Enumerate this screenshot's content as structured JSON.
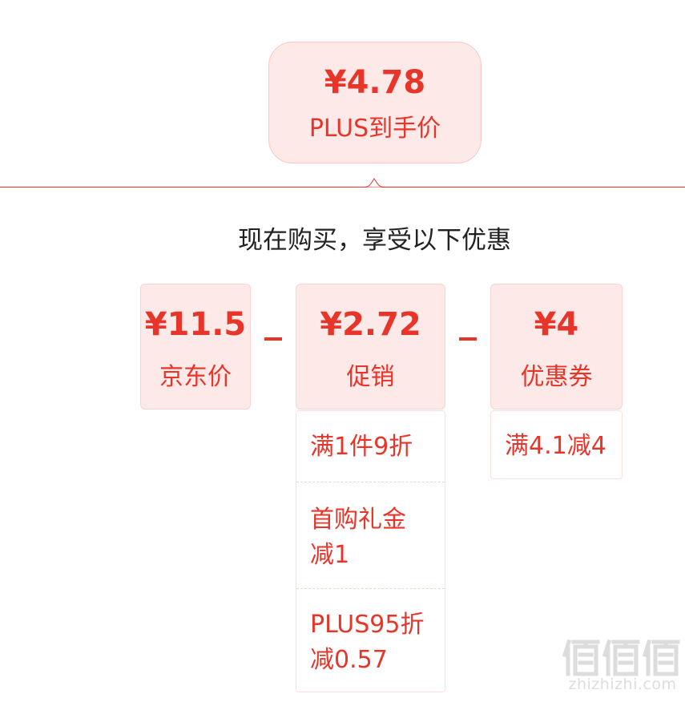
{
  "final_price": {
    "price": "¥4.78",
    "label": "PLUS到手价"
  },
  "heading": "现在购买，享受以下优惠",
  "jd_price": {
    "price": "¥11.5",
    "label": "京东价"
  },
  "promotion": {
    "price": "¥2.72",
    "label": "促销",
    "details": [
      {
        "line1": "满1件9折",
        "line2": ""
      },
      {
        "line1": "首购礼金",
        "line2": "减1"
      },
      {
        "line1": "PLUS95折",
        "line2": "减0.57"
      }
    ]
  },
  "coupon": {
    "price": "¥4",
    "label": "优惠券",
    "details": [
      {
        "line1": "满4.1减4"
      }
    ]
  },
  "watermark": {
    "site": "zhizhizhi.com",
    "logo": "值值值"
  },
  "colors": {
    "accent": "#e8352a",
    "card_bg": "#fde9e7",
    "heading_text": "#222222"
  }
}
